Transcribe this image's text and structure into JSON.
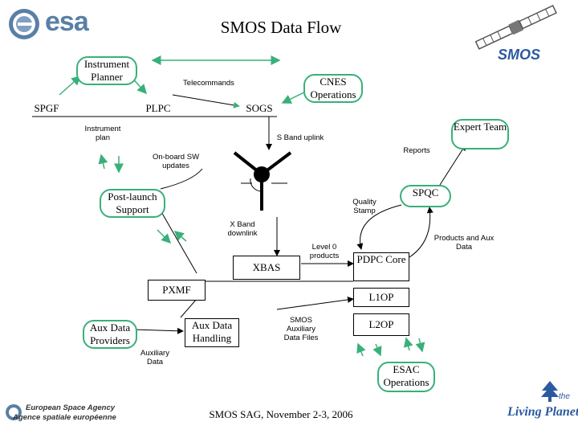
{
  "title": "SMOS Data Flow",
  "footer": "SMOS SAG, November 2-3, 2006",
  "logos": {
    "esa": "esa",
    "smos": "SMOS",
    "agency_line1": "European Space Agency",
    "agency_line2": "Agence spatiale européenne",
    "living_planet_the": "the",
    "living_planet": "Living Planet"
  },
  "colors": {
    "accent_green": "#39b07a",
    "esa_blue": "#5a7fa6",
    "smos_blue": "#2c5aa0"
  },
  "nodes": {
    "instrument_planner": "Instrument Planner",
    "cnes_operations": "CNES Operations",
    "spgf": "SPGF",
    "plpc": "PLPC",
    "sogs": "SOGS",
    "expert_team": "Expert Team",
    "post_launch_support": "Post-launch Support",
    "spqc": "SPQC",
    "xbas": "XBAS",
    "pdpc_core": "PDPC Core",
    "pxmf": "PXMF",
    "l1op": "L1OP",
    "l2op": "L2OP",
    "aux_data_providers": "Aux Data Providers",
    "aux_data_handling": "Aux Data Handling",
    "esac_operations": "ESAC Operations"
  },
  "labels": {
    "telecommands": "Telecommands",
    "instrument_plan": "Instrument plan",
    "s_band_uplink": "S Band uplink",
    "reports": "Reports",
    "onboard_sw_updates": "On-board SW updates",
    "quality_stamp": "Quality Stamp",
    "x_band_downlink": "X Band downlink",
    "level0_products": "Level 0 products",
    "products_aux_data": "Products and Aux Data",
    "smos_aux_files": "SMOS Auxiliary Data Files",
    "auxiliary_data": "Auxiliary Data"
  }
}
